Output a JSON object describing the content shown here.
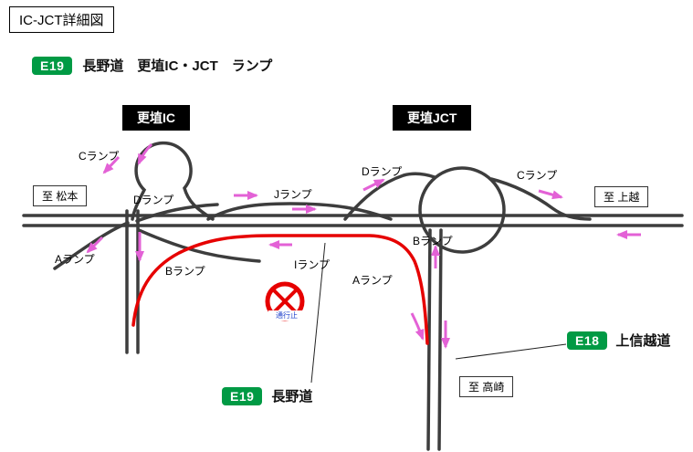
{
  "page": {
    "title": "IC-JCT詳細図"
  },
  "header": {
    "badge": "E19",
    "title": "長野道　更埴IC・JCT　ランプ"
  },
  "nodes": {
    "ic": "更埴IC",
    "jct": "更埴JCT"
  },
  "destinations": {
    "west": "至 松本",
    "east": "至 上越",
    "south": "至 高崎"
  },
  "ramps": {
    "ic_c": "Cランプ",
    "ic_d": "Dランプ",
    "ic_a": "Aランプ",
    "ic_b": "Bランプ",
    "j": "Jランプ",
    "i": "Iランプ",
    "jct_d": "Dランプ",
    "jct_c": "Cランプ",
    "jct_b": "Bランプ",
    "jct_a": "Aランプ"
  },
  "routes": {
    "e19_badge": "E19",
    "e19_name": "長野道",
    "e18_badge": "E18",
    "e18_name": "上信越道"
  },
  "closure": {
    "label": "通行止"
  },
  "colors": {
    "badge_green": "#009a44",
    "road_dark": "#3d3d3d",
    "closed_red": "#e60000",
    "arrow_magenta": "#e361d6"
  }
}
